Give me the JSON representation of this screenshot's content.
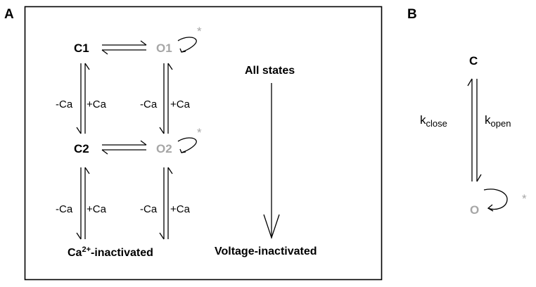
{
  "panel_a": {
    "letter": "A",
    "states": {
      "c1": "C1",
      "o1": "O1",
      "c2": "C2",
      "o2": "O2"
    },
    "asterisk": "*",
    "rate_minus": "-Ca",
    "rate_plus": "+Ca",
    "ca_inactivated_prefix": "Ca",
    "ca_superscript": "2+",
    "ca_inactivated_suffix": "-inactivated",
    "all_states": "All states",
    "voltage_inactivated": "Voltage-inactivated"
  },
  "panel_b": {
    "letter": "B",
    "state_closed": "C",
    "state_open": "O",
    "asterisk": "*",
    "k_close_base": "k",
    "k_close_sub": "close",
    "k_open_base": "k",
    "k_open_sub": "open"
  },
  "colors": {
    "closed_state": "#000000",
    "open_state": "#a6a6a6",
    "lines": "#000000"
  }
}
